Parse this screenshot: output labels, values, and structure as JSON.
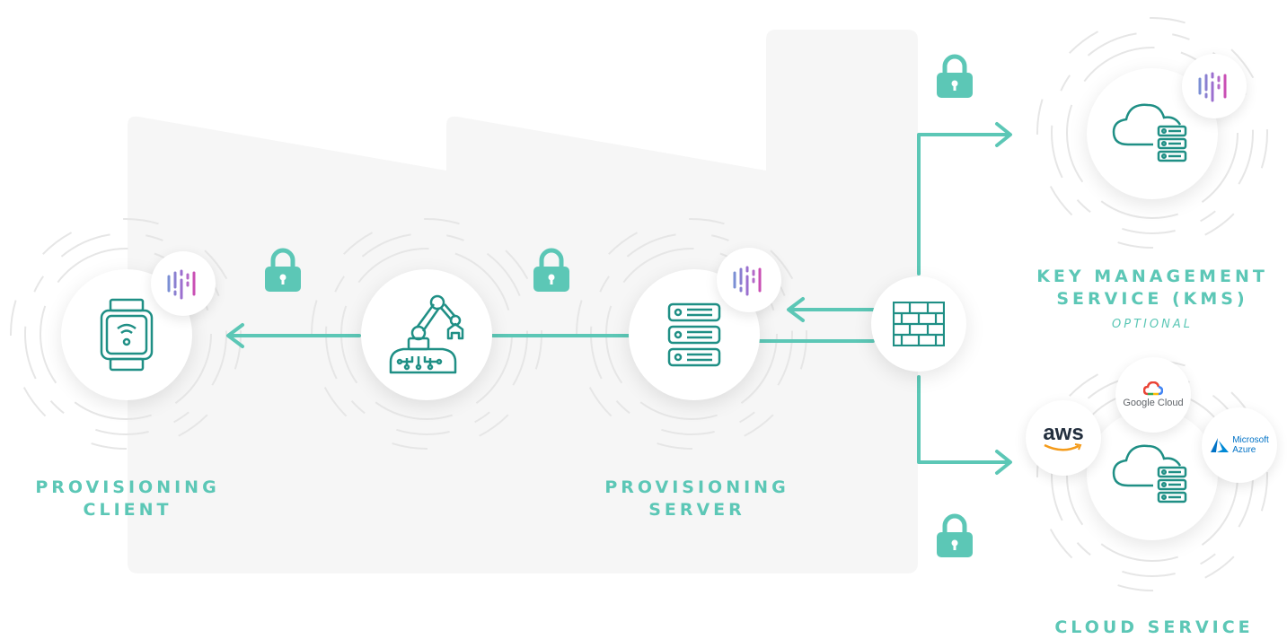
{
  "labels": {
    "provisioning_client": [
      "PROVISIONING",
      "CLIENT"
    ],
    "provisioning_server": [
      "PROVISIONING",
      "SERVER"
    ],
    "kms": [
      "KEY MANAGEMENT",
      "SERVICE (KMS)"
    ],
    "kms_optional": "OPTIONAL",
    "cloud_service": "CLOUD SERVICE"
  },
  "cloud_providers": {
    "aws": "aws",
    "google": "Google Cloud",
    "azure": [
      "Microsoft",
      "Azure"
    ]
  },
  "colors": {
    "teal": "#5cc7b6",
    "icon_teal": "#1f8f85",
    "factory_bg": "#f6f6f6"
  },
  "icons": [
    "smartwatch-icon",
    "robot-arm-icon",
    "server-icon",
    "firewall-icon",
    "cloud-server-icon",
    "lock-icon",
    "brand-logo-icon"
  ]
}
